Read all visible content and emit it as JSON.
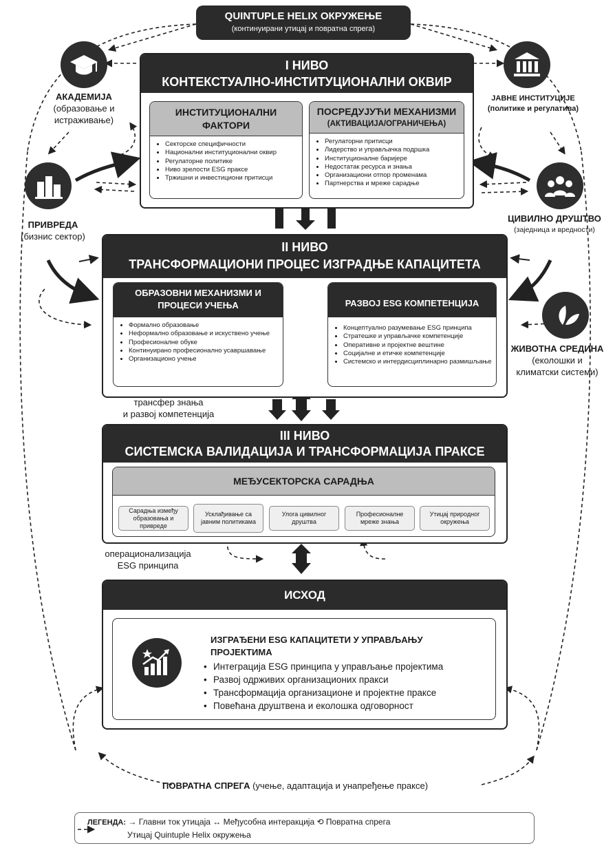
{
  "top_banner": {
    "title": "QUINTUPLE HELIX ОКРУЖЕЊЕ",
    "subtitle": "(континуирани утицај и повратна спрега)"
  },
  "actors": {
    "academia": {
      "name": "АКАДЕМИЈА",
      "desc": "(образовање и истраживање)",
      "icon": "graduation-cap-icon"
    },
    "public": {
      "name": "ЈАВНЕ ИНСТИТУЦИЈЕ",
      "desc": "(политике и регулатива)",
      "icon": "government-building-icon"
    },
    "business": {
      "name": "ПРИВРЕДА",
      "desc": "(бизнис сектор)",
      "icon": "city-buildings-icon"
    },
    "civil": {
      "name": "ЦИВИЛНО ДРУШТВО",
      "desc": "(заједница и вредности)",
      "icon": "people-group-icon"
    },
    "environment": {
      "name": "ЖИВОТНА СРЕДИНА",
      "desc": "(еколошки и климатски системи)",
      "icon": "leaf-icon"
    }
  },
  "level1": {
    "title_line1": "I НИВО",
    "title_line2": "КОНТЕКСТУАЛНО-ИНСТИТУЦИОНАЛНИ ОКВИР",
    "left": {
      "head_line1": "ИНСТИТУЦИОНАЛНИ",
      "head_line2": "ФАКТОРИ",
      "items": [
        "Секторске специфичности",
        "Национални институционални оквир",
        "Регулаторне политике",
        "Ниво зрелости ESG праксе",
        "Тржишни и инвестициони притисци"
      ]
    },
    "right": {
      "head_line1": "ПОСРЕДУЈУЋИ МЕХАНИЗМИ",
      "head_line2": "(АКТИВАЦИЈА/ОГРАНИЧЕЊА)",
      "items": [
        "Регулаторни притисци",
        "Лидерство и управљачка подршка",
        "Институционалне баријере",
        "Недостатак ресурса и знања",
        "Организациони отпор променама",
        "Партнерства и мреже сарадње"
      ]
    }
  },
  "level2": {
    "title_line1": "II НИВО",
    "title_line2": "ТРАНСФОРМАЦИОНИ ПРОЦЕС ИЗГРАДЊЕ КАПАЦИТЕТА",
    "left": {
      "head_line1": "ОБРАЗОВНИ МЕХАНИЗМИ И",
      "head_line2": "ПРОЦЕСИ УЧЕЊА",
      "items": [
        "Формално образовање",
        "Неформално образовање и искуствено учење",
        "Професионалне обуке",
        "Континуирано професионално усавршавање",
        "Организационо учење"
      ]
    },
    "right": {
      "head": "РАЗВОЈ ESG КОМПЕТЕНЦИЈА",
      "items": [
        "Концептуално разумевање ESG принципа",
        "Стратешке и управљачке компетенције",
        "Оперативне и пројектне вештине",
        "Социјалне и етичке компетенције",
        "Системско и интердисциплинарно размишљање"
      ]
    }
  },
  "transfer_note": {
    "line1": "трансфер знања",
    "line2": "и развој компетенција"
  },
  "level3": {
    "title_line1": "III НИВО",
    "title_line2": "СИСТЕМСКА ВАЛИДАЦИЈА И ТРАНСФОРМАЦИЈА ПРАКСЕ",
    "inner_head": "МЕЂУСЕКТОРСКА САРАДЊА",
    "chips": [
      "Сарадња између образовања и привреде",
      "Усклађивање са јавним политикама",
      "Улога цивилног друштва",
      "Професионалне мреже знања",
      "Утицај природног окружења"
    ]
  },
  "operational_note": {
    "line1": "операционализација",
    "line2": "ESG принципа"
  },
  "outcome": {
    "head": "ИСХОД",
    "title": "ИЗГРАЂЕНИ ESG КАПАЦИТЕТИ У УПРАВЉАЊУ ПРОЈЕКТИМА",
    "icon": "growth-chart-icon",
    "items": [
      "Интеграција ESG принципа у управљање пројектима",
      "Развој одрживих организационих пракси",
      "Трансформација организационе и пројектне праксе",
      "Повећана друштвена и еколошка одговорност"
    ]
  },
  "feedback": {
    "bold": "ПОВРАТНА СПРЕГА",
    "rest": " (учење, адаптација и унапређење праксе)"
  },
  "legend": {
    "label": "ЛЕГЕНДА:",
    "row1": "→ Главни ток утицаја ↔ Међусобна интеракција ⟲ Повратна спрега",
    "row2": "Утицај Quintuple Helix окружења"
  }
}
